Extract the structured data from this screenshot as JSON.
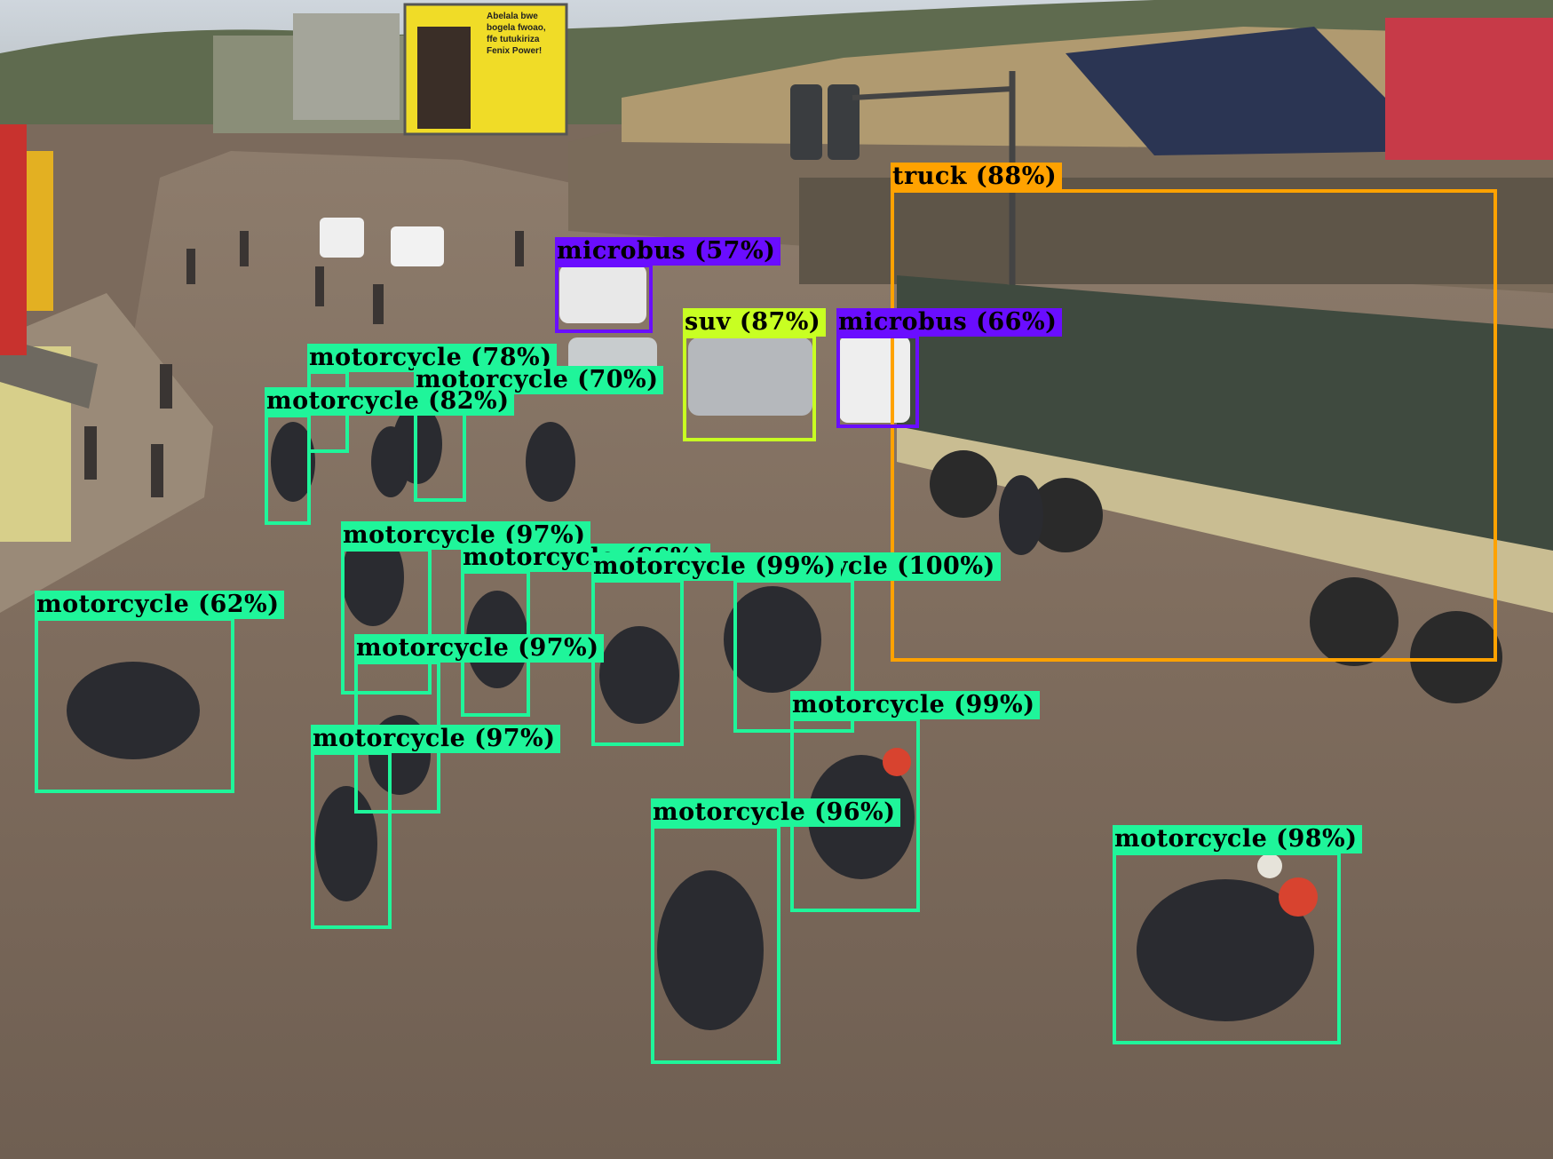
{
  "colors": {
    "motorcycle": "#1ff59a",
    "microbus": "#6a0dff",
    "suv": "#c8ff22",
    "truck": "#ffa200"
  },
  "billboard": {
    "lines": [
      "Abelala bwe",
      "bogela fwoao,",
      "ffe tutukiriza",
      "Fenix Power!"
    ]
  },
  "detections": [
    {
      "cls": "truck",
      "label": "truck (88%)"
    },
    {
      "cls": "microbus",
      "label": "microbus (57%)"
    },
    {
      "cls": "suv",
      "label": "suv (87%)"
    },
    {
      "cls": "microbus",
      "label": "microbus (66%)"
    },
    {
      "cls": "motorcycle",
      "label": "motorcycle (78%)"
    },
    {
      "cls": "motorcycle",
      "label": "motorcycle (70%)"
    },
    {
      "cls": "motorcycle",
      "label": "motorcycle (82%)"
    },
    {
      "cls": "motorcycle",
      "label": "motorcycle (97%)"
    },
    {
      "cls": "motorcycle",
      "label": "motorcycle (100%)"
    },
    {
      "cls": "motorcycle",
      "label": "motorcycle (66%)"
    },
    {
      "cls": "motorcycle",
      "label": "motorcycle (99%)"
    },
    {
      "cls": "motorcycle",
      "label": "motorcycle (62%)"
    },
    {
      "cls": "motorcycle",
      "label": "motorcycle (97%)"
    },
    {
      "cls": "motorcycle",
      "label": "motorcycle (99%)"
    },
    {
      "cls": "motorcycle",
      "label": "motorcycle (97%)"
    },
    {
      "cls": "motorcycle",
      "label": "motorcycle (96%)"
    },
    {
      "cls": "motorcycle",
      "label": "motorcycle (98%)"
    }
  ]
}
